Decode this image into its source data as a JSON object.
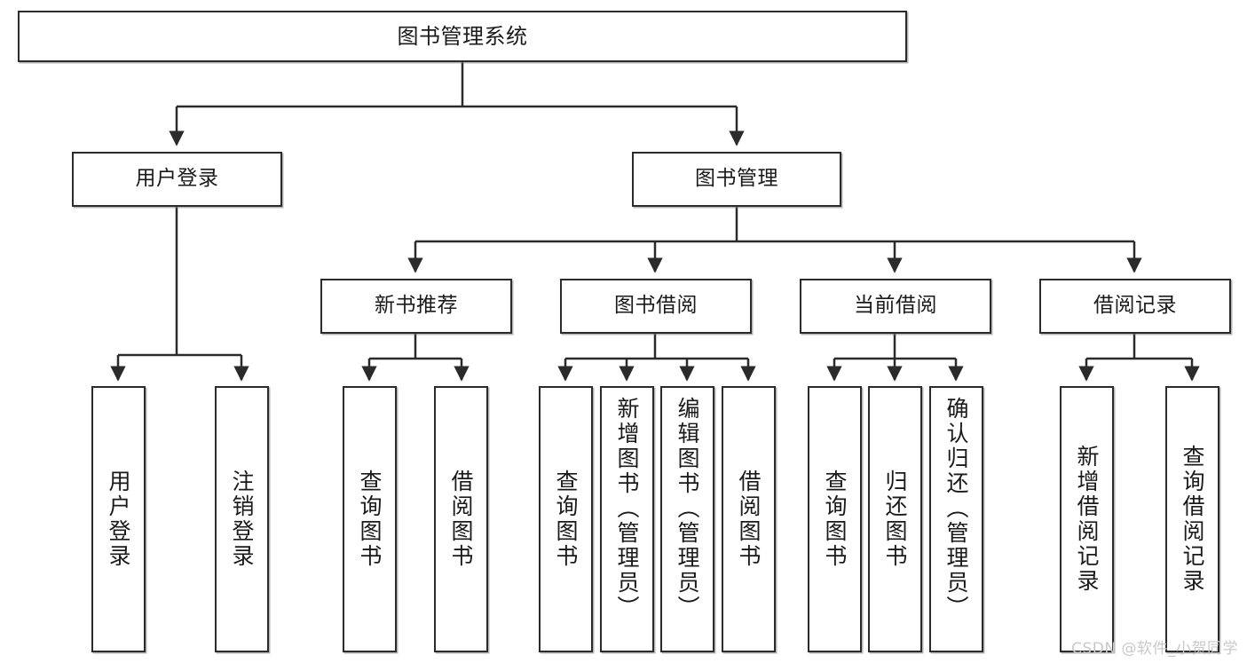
{
  "diagram": {
    "title": "图书管理系统",
    "watermark": "CSDN @软件_小贺同学",
    "stroke_color": "#2b2b2b",
    "fill_color": "#ffffff",
    "text_color": "#1a1a1a",
    "watermark_color": "#c9c9c9"
  },
  "root": {
    "label": "图书管理系统"
  },
  "level1": [
    {
      "label": "用户登录"
    },
    {
      "label": "图书管理"
    }
  ],
  "level2": [
    {
      "label": "新书推荐"
    },
    {
      "label": "图书借阅"
    },
    {
      "label": "当前借阅"
    },
    {
      "label": "借阅记录"
    }
  ],
  "leaves": {
    "user_login": [
      {
        "label": "用户登录"
      },
      {
        "label": "注销登录"
      }
    ],
    "new_book_recommend": [
      {
        "label": "查询图书"
      },
      {
        "label": "借阅图书"
      }
    ],
    "book_borrow": [
      {
        "label": "查询图书"
      },
      {
        "label": "新增图书（管理员）"
      },
      {
        "label": "编辑图书（管理员）"
      },
      {
        "label": "借阅图书"
      }
    ],
    "current_borrow": [
      {
        "label": "查询图书"
      },
      {
        "label": "归还图书"
      },
      {
        "label": "确认归还（管理员）"
      }
    ],
    "borrow_record": [
      {
        "label": "新增借阅记录"
      },
      {
        "label": "查询借阅记录"
      }
    ]
  }
}
